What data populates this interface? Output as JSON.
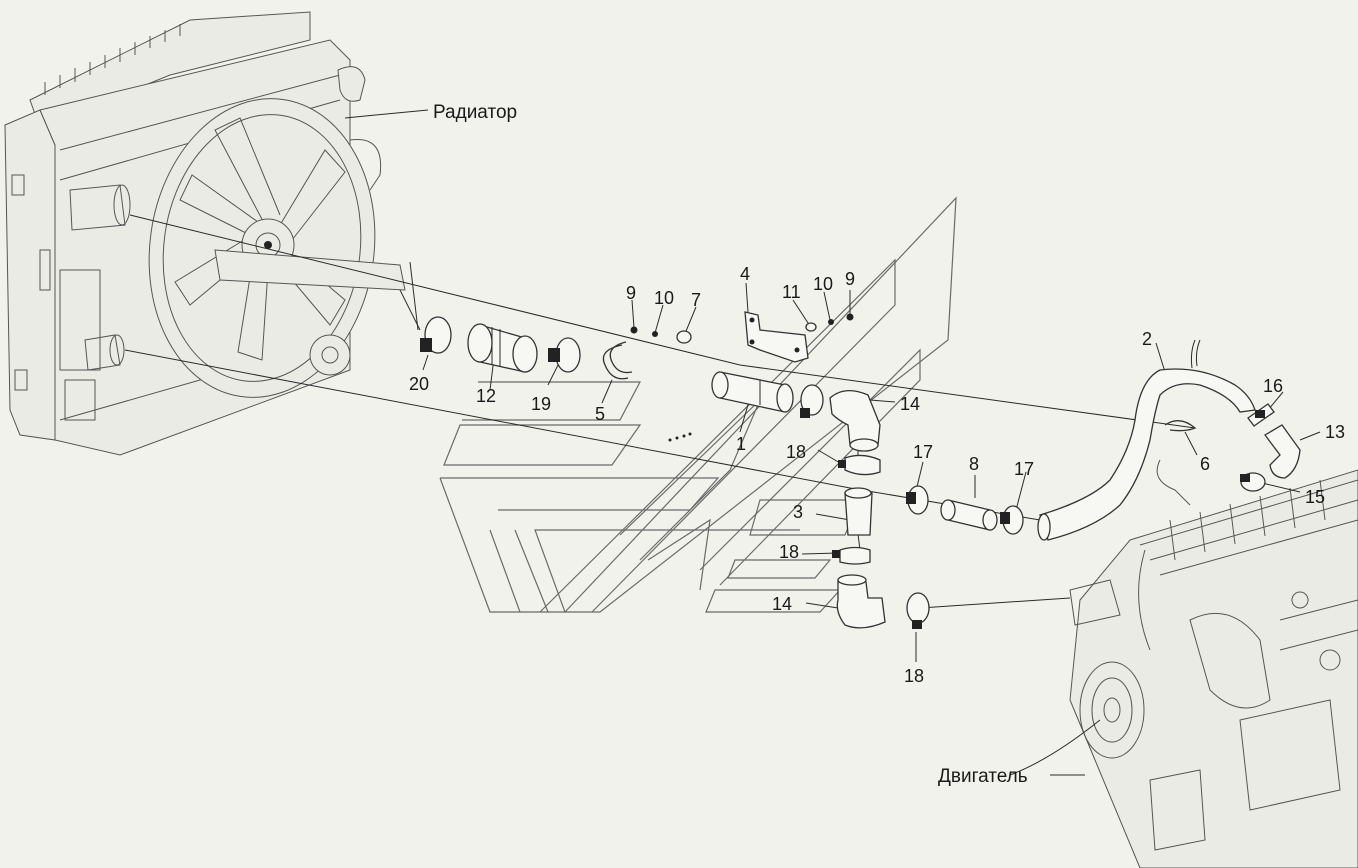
{
  "labels": {
    "radiator": "Радиатор",
    "engine": "Двигатель",
    "p1": "1",
    "p2": "2",
    "p3": "3",
    "p4": "4",
    "p5": "5",
    "p6": "6",
    "p7": "7",
    "p8": "8",
    "p9a": "9",
    "p9b": "9",
    "p10a": "10",
    "p10b": "10",
    "p11": "11",
    "p12": "12",
    "p13": "13",
    "p14a": "14",
    "p14b": "14",
    "p15": "15",
    "p16": "16",
    "p17a": "17",
    "p17b": "17",
    "p18a": "18",
    "p18b": "18",
    "p18c": "18",
    "p19": "19",
    "p20": "20"
  },
  "colors": {
    "background": "#f2f2ec",
    "line": "#2a2a2a"
  }
}
